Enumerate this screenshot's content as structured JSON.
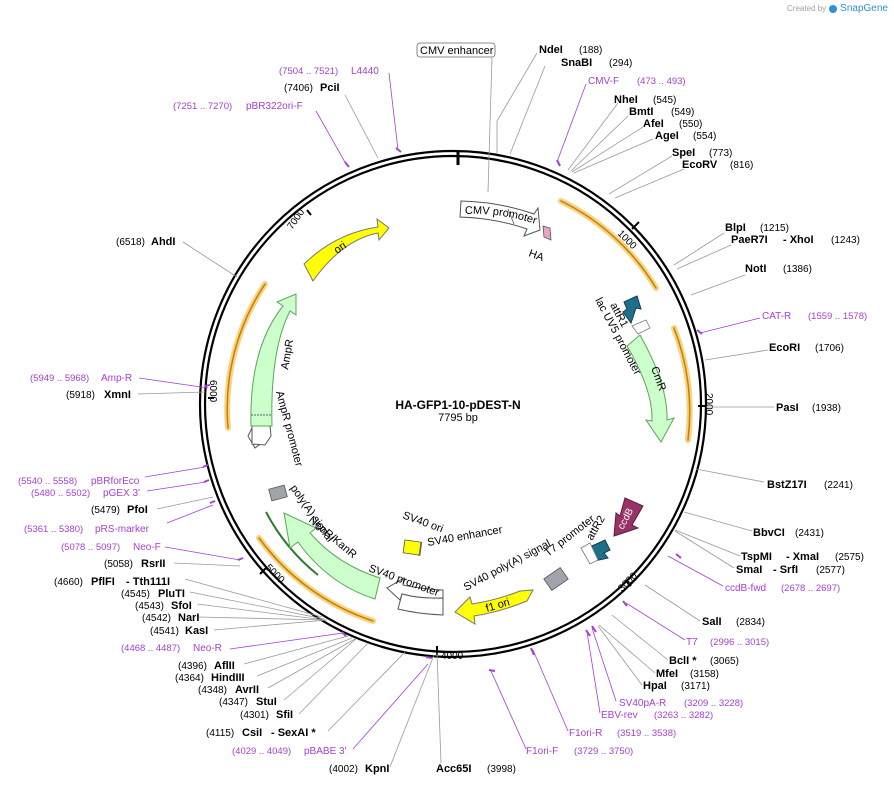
{
  "credit": {
    "prefix": "Created by",
    "brand": "SnapGene"
  },
  "plasmid": {
    "name": "HA-GFP1-10-pDEST-N",
    "size": "7795 bp"
  },
  "ticks": [
    "1000",
    "2000",
    "3000",
    "4000",
    "5000",
    "6000",
    "7000"
  ],
  "enzymes": {
    "NdeI": "NdeI",
    "NdeI_pos": "(188)",
    "SnaBI": "SnaBI",
    "SnaBI_pos": "(294)",
    "NheI": "NheI",
    "NheI_pos": "(545)",
    "BmtI": "BmtI",
    "BmtI_pos": "(549)",
    "AfeI": "AfeI",
    "AfeI_pos": "(550)",
    "AgeI": "AgeI",
    "AgeI_pos": "(554)",
    "SpeI": "SpeI",
    "SpeI_pos": "(773)",
    "EcoRV": "EcoRV",
    "EcoRV_pos": "(816)",
    "BlpI": "BlpI",
    "BlpI_pos": "(1215)",
    "PaeR7I": "PaeR7I",
    "XhoI": "- XhoI",
    "XhoI_pos": "(1243)",
    "NotI": "NotI",
    "NotI_pos": "(1386)",
    "EcoRI": "EcoRI",
    "EcoRI_pos": "(1706)",
    "PasI": "PasI",
    "PasI_pos": "(1938)",
    "BstZ17I": "BstZ17I",
    "BstZ17I_pos": "(2241)",
    "BbvCI": "BbvCI",
    "BbvCI_pos": "(2431)",
    "TspMI": "TspMI",
    "XmaI": "- XmaI",
    "XmaI_pos": "(2575)",
    "SmaI": "SmaI",
    "SrfI": "- SrfI",
    "SrfI_pos": "(2577)",
    "SalI": "SalI",
    "SalI_pos": "(2834)",
    "BclI": "BclI *",
    "BclI_pos": "(3065)",
    "MfeI": "MfeI",
    "MfeI_pos": "(3158)",
    "HpaI": "HpaI",
    "HpaI_pos": "(3171)",
    "Acc65I": "Acc65I",
    "Acc65I_pos": "(3998)",
    "KpnI": "KpnI",
    "KpnI_pos": "(4002)",
    "CsiI": "CsiI",
    "SexAI": "- SexAI *",
    "SexAI_pos": "(4115)",
    "SfiI": "SfiI",
    "SfiI_pos": "(4301)",
    "StuI": "StuI",
    "StuI_pos": "(4347)",
    "AvrII": "AvrII",
    "AvrII_pos": "(4348)",
    "HindIII": "HindIII",
    "HindIII_pos": "(4364)",
    "AflII": "AflII",
    "AflII_pos": "(4396)",
    "KasI": "KasI",
    "KasI_pos": "(4541)",
    "NarI": "NarI",
    "NarI_pos": "(4542)",
    "SfoI": "SfoI",
    "SfoI_pos": "(4543)",
    "PluTI": "PluTI",
    "PluTI_pos": "(4545)",
    "PflFI": "PflFI",
    "Tth111I": "- Tth111I",
    "Tth111I_pos": "(4660)",
    "RsrII": "RsrII",
    "RsrII_pos": "(5058)",
    "PfoI": "PfoI",
    "PfoI_pos": "(5479)",
    "XmnI": "XmnI",
    "XmnI_pos": "(5918)",
    "AhdI": "AhdI",
    "AhdI_pos": "(6518)",
    "PciI": "PciI",
    "PciI_pos": "(7406)"
  },
  "primers": {
    "CMVF": "CMV-F",
    "CMVF_range": "(473 .. 493)",
    "CATR": "CAT-R",
    "CATR_range": "(1559 .. 1578)",
    "ccdBfwd": "ccdB-fwd",
    "ccdBfwd_range": "(2678 .. 2697)",
    "T7": "T7",
    "T7_range": "(2996 .. 3015)",
    "SV40pAR": "SV40pA-R",
    "SV40pAR_range": "(3209 .. 3228)",
    "EBVrev": "EBV-rev",
    "EBVrev_range": "(3263 .. 3282)",
    "F1oriR": "F1ori-R",
    "F1oriR_range": "(3519 .. 3538)",
    "F1oriF": "F1ori-F",
    "F1oriF_range": "(3729 .. 3750)",
    "pBABE3": "pBABE 3'",
    "pBABE3_range": "(4029 .. 4049)",
    "NeoR": "Neo-R",
    "NeoR_range": "(4468 .. 4487)",
    "NeoF": "Neo-F",
    "NeoF_range": "(5078 .. 5097)",
    "pRSmarker": "pRS-marker",
    "pRSmarker_range": "(5361 .. 5380)",
    "pGEX3": "pGEX 3'",
    "pGEX3_range": "(5480 .. 5502)",
    "pBRforEco": "pBRforEco",
    "pBRforEco_range": "(5540 .. 5558)",
    "AmpR": "Amp-R",
    "AmpR_range": "(5949 .. 5968)",
    "pBR322oriF": "pBR322ori-F",
    "pBR322oriF_range": "(7251 .. 7270)",
    "L4440": "L4440",
    "L4440_range": "(7504 .. 7521)"
  },
  "features": {
    "cmv_enhancer": "CMV enhancer",
    "cmv_promoter": "CMV promoter",
    "ha": "HA",
    "attR1": "attR1",
    "lacuv5": "lac UV5 promoter",
    "cmr": "CmR",
    "ccdb": "ccdB",
    "attR2": "attR2",
    "t7_promoter": "T7 promoter",
    "sv40_polya_signal": "SV40 poly(A) signal",
    "f1_ori": "f1 ori",
    "sv40_promoter": "SV40 promoter",
    "sv40_ori": "SV40 ori",
    "sv40_enhancer": "SV40 enhancer",
    "neokan": "NeoR/KanR",
    "polya_signal": "poly(A) signal",
    "ampr_promoter": "AmpR promoter",
    "ampr": "AmpR",
    "ori": "ori"
  },
  "colors": {
    "enzyme": "#000000",
    "primer": "#a63fd3",
    "ori": "#ffff00",
    "resistance": "#ccffcc",
    "promoter": "#ffffff",
    "ccdb": "#993366",
    "att": "#1f6f8b",
    "orf_band": "#f0a500"
  }
}
